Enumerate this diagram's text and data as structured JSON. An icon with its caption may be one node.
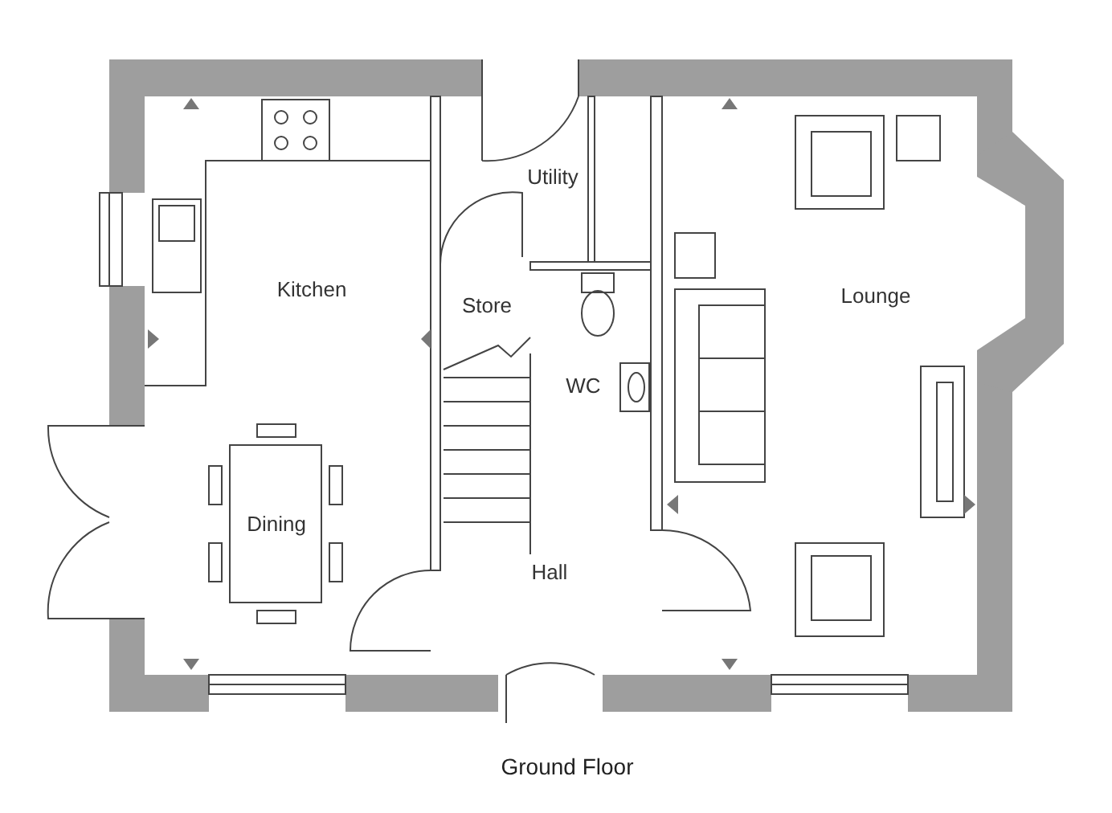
{
  "diagram": {
    "caption": "Ground Floor",
    "labels": [
      "Utility",
      "Kitchen",
      "Lounge",
      "Store",
      "WC",
      "Dining",
      "Hall"
    ]
  }
}
